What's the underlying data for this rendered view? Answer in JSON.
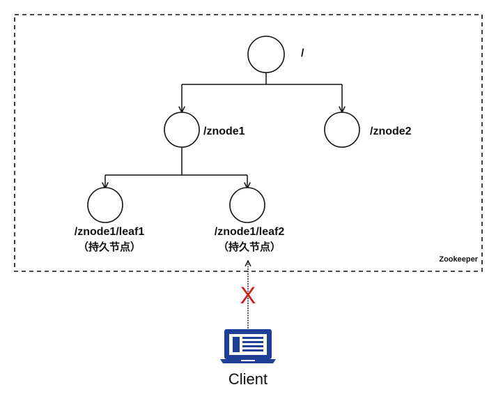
{
  "container": {
    "label": "Zookeeper"
  },
  "nodes": {
    "root": "/",
    "znode1": "/znode1",
    "znode2": "/znode2",
    "leaf1": {
      "path": "/znode1/leaf1",
      "note": "（持久节点）"
    },
    "leaf2": {
      "path": "/znode1/leaf2",
      "note": "（持久节点）"
    }
  },
  "client": {
    "label": "Client",
    "icon": "laptop-icon"
  },
  "blocked_marker": "X",
  "colors": {
    "client_icon": "#1f3f96",
    "blocked_marker": "#cc1f1f"
  }
}
